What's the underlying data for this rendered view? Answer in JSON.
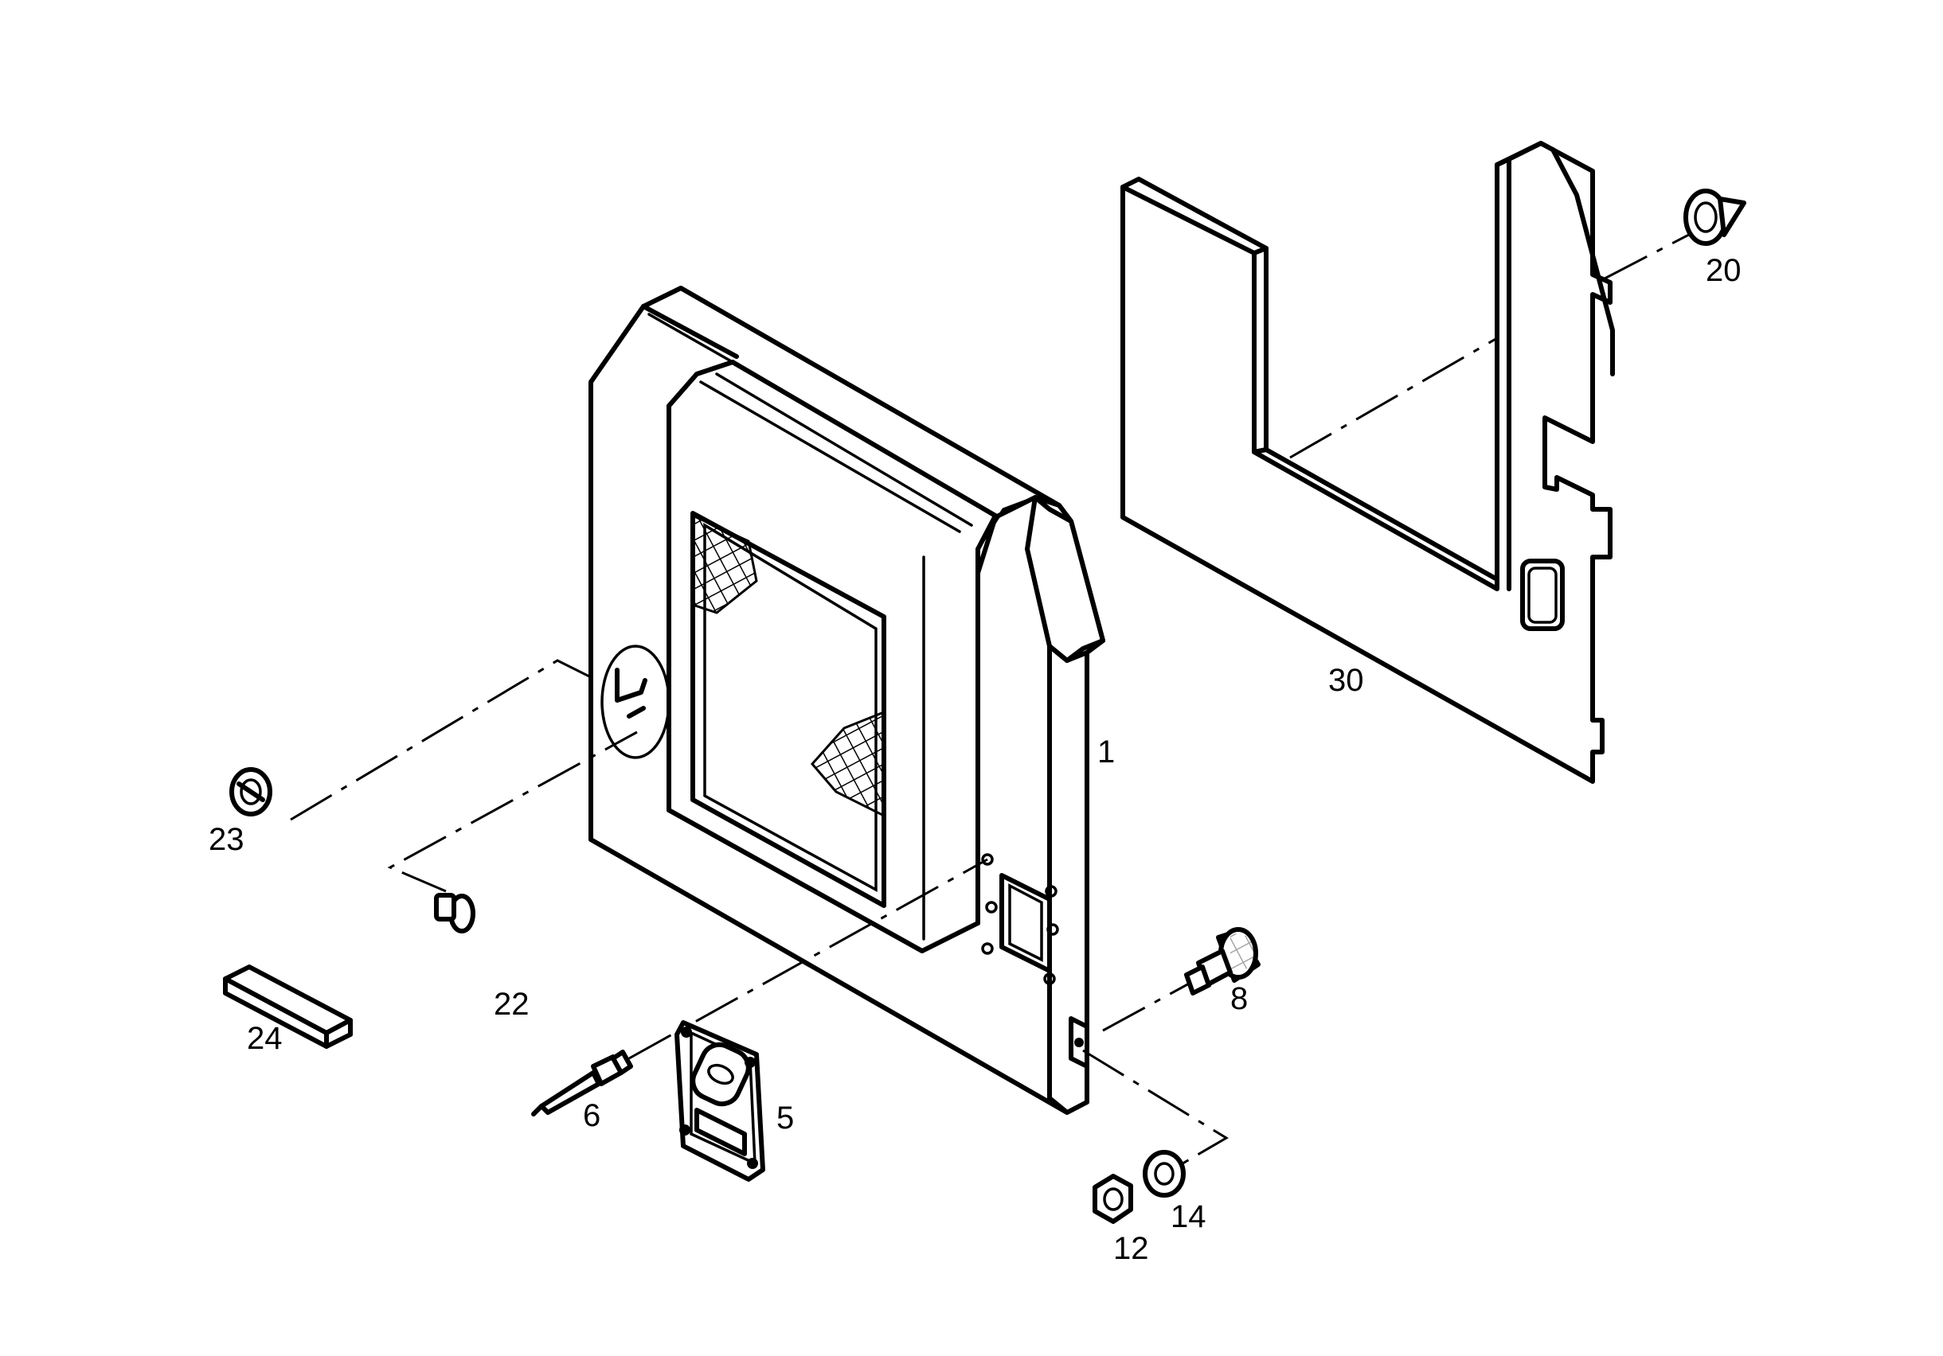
{
  "parts": [
    {
      "id": "p1",
      "label": "1"
    },
    {
      "id": "p5",
      "label": "5"
    },
    {
      "id": "p6",
      "label": "6"
    },
    {
      "id": "p8",
      "label": "8"
    },
    {
      "id": "p12",
      "label": "12"
    },
    {
      "id": "p14",
      "label": "14"
    },
    {
      "id": "p20",
      "label": "20"
    },
    {
      "id": "p22",
      "label": "22"
    },
    {
      "id": "p23",
      "label": "23"
    },
    {
      "id": "p24",
      "label": "24"
    },
    {
      "id": "p30",
      "label": "30"
    }
  ]
}
